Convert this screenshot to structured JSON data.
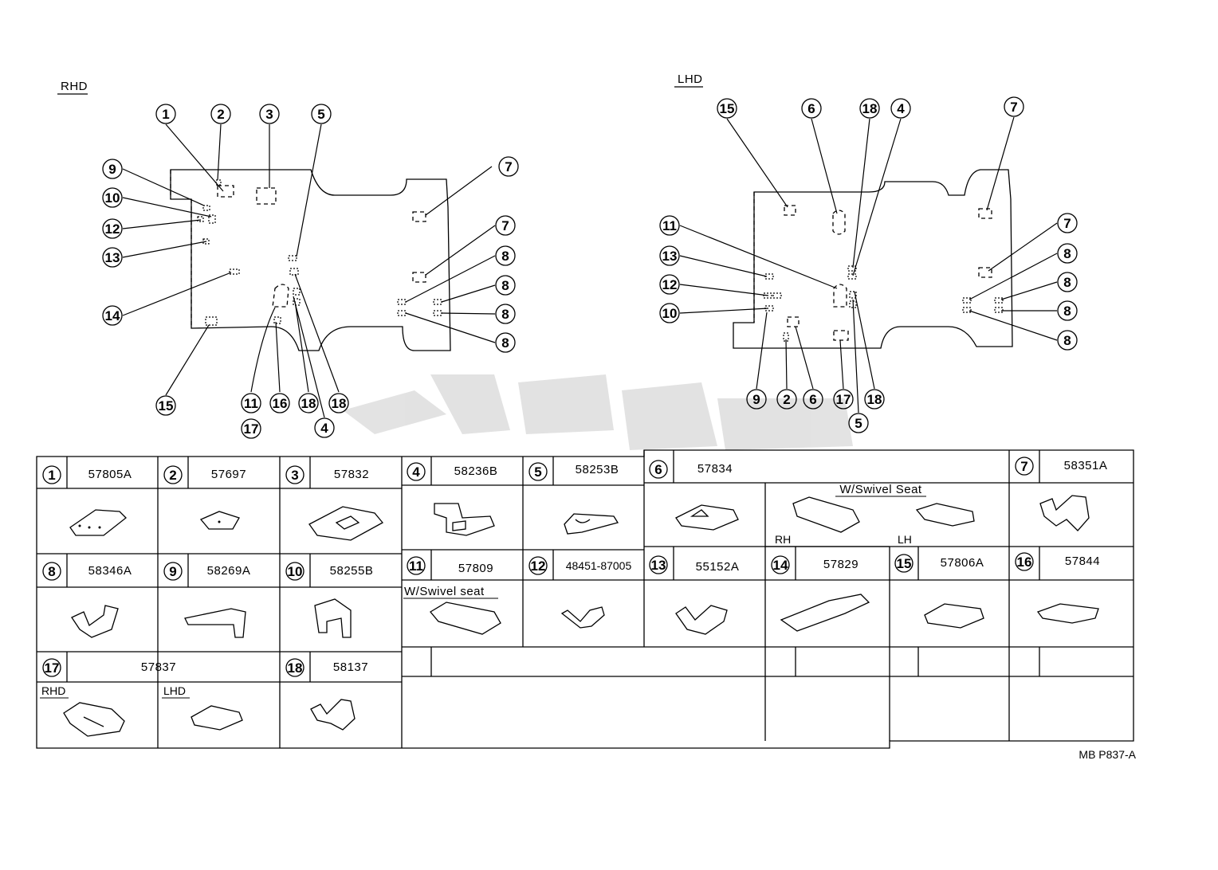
{
  "diagram": {
    "rhd_label": "RHD",
    "lhd_label": "LHD",
    "drawing_code": "MB P837-A",
    "rhd_callouts": [
      "1",
      "2",
      "3",
      "5",
      "9",
      "10",
      "12",
      "13",
      "14",
      "7",
      "7",
      "8",
      "8",
      "8",
      "8",
      "15",
      "11",
      "17",
      "16",
      "18",
      "4",
      "18"
    ],
    "lhd_callouts": [
      "15",
      "6",
      "18",
      "4",
      "7",
      "11",
      "13",
      "12",
      "10",
      "7",
      "8",
      "8",
      "8",
      "8",
      "9",
      "2",
      "6",
      "17",
      "18",
      "5"
    ]
  },
  "parts": [
    {
      "num": "1",
      "code": "57805A"
    },
    {
      "num": "2",
      "code": "57697"
    },
    {
      "num": "3",
      "code": "57832"
    },
    {
      "num": "4",
      "code": "58236B"
    },
    {
      "num": "5",
      "code": "58253B"
    },
    {
      "num": "6",
      "code": "57834",
      "note": "W/Swivel Seat",
      "rh": "RH",
      "lh": "LH"
    },
    {
      "num": "7",
      "code": "58351A"
    },
    {
      "num": "8",
      "code": "58346A"
    },
    {
      "num": "9",
      "code": "58269A"
    },
    {
      "num": "10",
      "code": "58255B"
    },
    {
      "num": "11",
      "code": "57809",
      "note": "W/Swivel seat"
    },
    {
      "num": "12",
      "code": "48451-87005"
    },
    {
      "num": "13",
      "code": "55152A"
    },
    {
      "num": "14",
      "code": "57829"
    },
    {
      "num": "15",
      "code": "57806A"
    },
    {
      "num": "16",
      "code": "57844"
    },
    {
      "num": "17",
      "code": "57837",
      "rhd": "RHD",
      "lhd": "LHD"
    },
    {
      "num": "18",
      "code": "58137"
    }
  ]
}
